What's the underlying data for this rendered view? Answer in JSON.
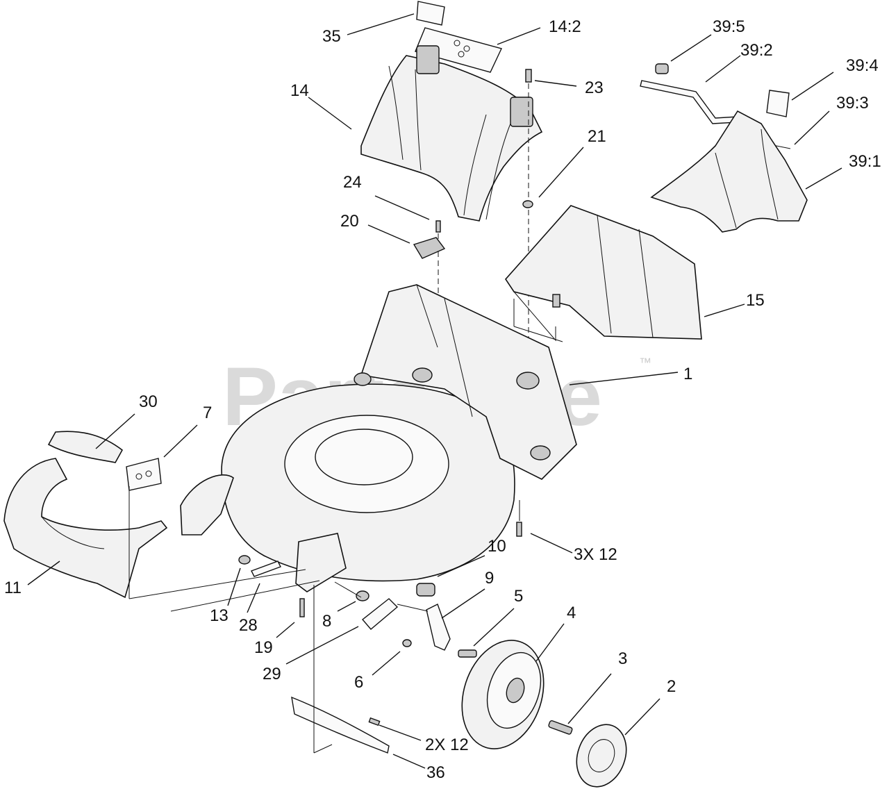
{
  "watermark": {
    "brand": "PartsTree",
    "trademark": "™"
  },
  "callouts": {
    "c35": "35",
    "c14_2": "14:2",
    "c14": "14",
    "c23": "23",
    "c39_5": "39:5",
    "c39_2": "39:2",
    "c39_4": "39:4",
    "c39_3": "39:3",
    "c39_1": "39:1",
    "c21": "21",
    "c24": "24",
    "c20": "20",
    "c15": "15",
    "c1": "1",
    "c30": "30",
    "c7": "7",
    "c11": "11",
    "c10": "10",
    "c3x12": "3X 12",
    "c9": "9",
    "c5": "5",
    "c4": "4",
    "c13": "13",
    "c28": "28",
    "c8": "8",
    "c19": "19",
    "c29": "29",
    "c6": "6",
    "c3": "3",
    "c2": "2",
    "c2x12": "2X 12",
    "c36": "36"
  }
}
